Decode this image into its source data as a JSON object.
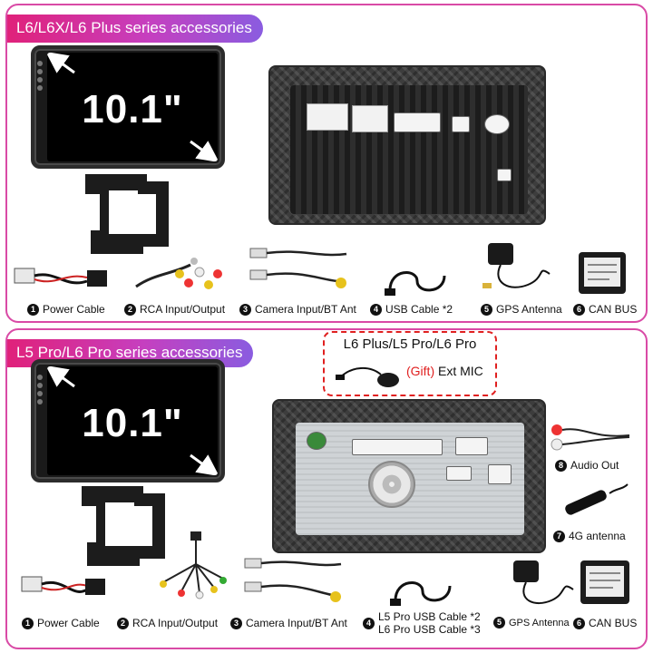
{
  "top_section": {
    "title": "L6/L6X/L6 Plus series accessories",
    "screen_size": "10.1\"",
    "items": [
      {
        "num": "1",
        "label": "Power Cable",
        "icon": "power-cable-icon"
      },
      {
        "num": "2",
        "label": "RCA Input/Output",
        "icon": "rca-cable-icon"
      },
      {
        "num": "3",
        "label": "Camera Input/BT Ant",
        "icon": "camera-cable-icon"
      },
      {
        "num": "4",
        "label": "USB Cable *2",
        "icon": "usb-cable-icon"
      },
      {
        "num": "5",
        "label": "GPS Antenna",
        "icon": "gps-antenna-icon"
      },
      {
        "num": "6",
        "label": "CAN BUS",
        "icon": "canbus-box-icon"
      }
    ]
  },
  "mic_callout": {
    "title": "L6 Plus/L5 Pro/L6 Pro",
    "gift": "(Gift)",
    "item": "Ext MIC"
  },
  "bottom_section": {
    "title": "L5 Pro/L6 Pro series accessories",
    "screen_size": "10.1\"",
    "items": [
      {
        "num": "1",
        "label": "Power Cable",
        "icon": "power-cable-icon"
      },
      {
        "num": "2",
        "label": "RCA Input/Output",
        "icon": "rca-cable-icon"
      },
      {
        "num": "3",
        "label": "Camera Input/BT Ant",
        "icon": "camera-cable-icon"
      },
      {
        "num": "4",
        "label_line1": "L5 Pro USB Cable *2",
        "label_line2": "L6 Pro USB Cable *3",
        "icon": "usb-cable-icon"
      },
      {
        "num": "5",
        "label": "GPS Antenna",
        "icon": "gps-antenna-icon"
      },
      {
        "num": "6",
        "label": "CAN BUS",
        "icon": "canbus-box-icon"
      },
      {
        "num": "7",
        "label": "4G antenna",
        "icon": "4g-antenna-icon"
      },
      {
        "num": "8",
        "label": "Audio Out",
        "icon": "audio-out-cable-icon"
      }
    ]
  },
  "colors": {
    "frame": "#d94aa6",
    "title_gradient_start": "#e0217a",
    "title_gradient_end": "#8a5ce0",
    "gift_red": "#e02020"
  }
}
